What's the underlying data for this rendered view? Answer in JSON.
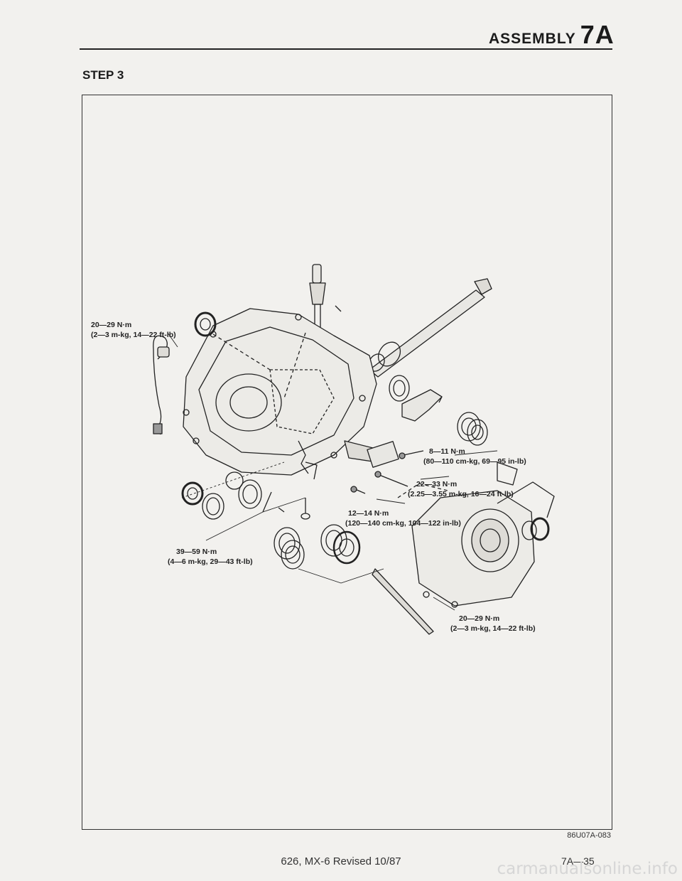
{
  "header": {
    "title": "ASSEMBLY",
    "chapter": "7A"
  },
  "step_label": "STEP 3",
  "torque_labels": [
    {
      "line1": "20—29 N·m",
      "line2": "(2—3 m-kg, 14—22 ft-lb)"
    },
    {
      "line1": "8—11 N·m",
      "line2": "(80—110 cm-kg, 69—95 in-lb)"
    },
    {
      "line1": "22—33 N·m",
      "line2": "(2.25—3.55 m-kg, 16—24 ft-lb)"
    },
    {
      "line1": "12—14 N·m",
      "line2": "(120—140 cm-kg, 104—122 in-lb)"
    },
    {
      "line1": "39—59 N·m",
      "line2": "(4—6 m-kg, 29—43 ft-lb)"
    },
    {
      "line1": "20—29 N·m",
      "line2": "(2—3 m-kg, 14—22 ft-lb)"
    }
  ],
  "figure_id": "86U07A-083",
  "footer": {
    "revision": "626, MX-6 Revised 10/87",
    "page": "7A—35"
  },
  "watermark": "carmanualsonline.info"
}
